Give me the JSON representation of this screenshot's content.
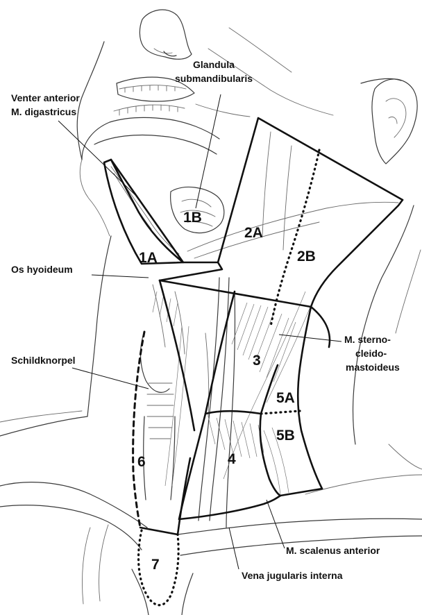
{
  "labels": {
    "glandula_line1": "Glandula",
    "glandula_line2": "submandibularis",
    "venter_line1": "Venter anterior",
    "venter_line2": "M. digastricus",
    "os_hyoideum": "Os hyoideum",
    "schildknorpel": "Schildknorpel",
    "scm_line1": "M. sterno-",
    "scm_line2": "cleido-",
    "scm_line3": "mastoideus",
    "scalenus": "M. scalenus anterior",
    "vena_jugularis": "Vena jugularis interna"
  },
  "levels": {
    "1A": "1A",
    "1B": "1B",
    "2A": "2A",
    "2B": "2B",
    "3": "3",
    "4": "4",
    "5A": "5A",
    "5B": "5B",
    "6": "6",
    "7": "7"
  }
}
